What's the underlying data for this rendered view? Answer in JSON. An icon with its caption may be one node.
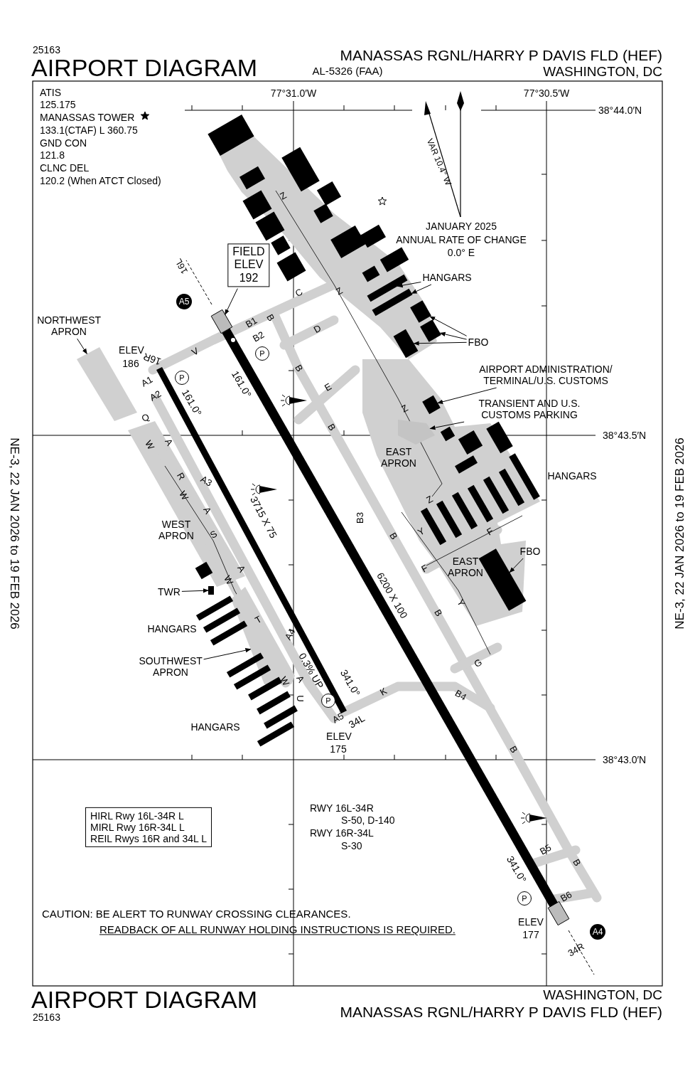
{
  "diagram": {
    "title": "AIRPORT DIAGRAM",
    "nodes": [
      {
        "text": [
          "FIELD ELEV 192"
        ]
      },
      {
        "text": [
          "NORTHWEST APRON"
        ]
      },
      {
        "text": [
          "HANGARS"
        ]
      },
      {
        "text": [
          "FBO"
        ]
      },
      {
        "text": [
          "AIRPORT ADMINISTRATION/ TERMINAL/U.S. CUSTOMS"
        ]
      },
      {
        "text": [
          "TRANSIENT AND U.S. CUSTOMS PARKING"
        ]
      },
      {
        "text": [
          "FBO"
        ]
      },
      {
        "text": [
          "TWR"
        ]
      },
      {
        "text": [
          "SOUTHWEST APRON"
        ]
      },
      {
        "text": [
          "HIRL Rwy 16L-34R L",
          "MIRL Rwy 16R-34L L",
          "REIL Rwys 16R and 34L L"
        ]
      },
      {
        "text": [],
        "shape": "box"
      },
      {
        "text": [],
        "shape": "box"
      },
      {
        "text": [],
        "shape": "box"
      },
      {
        "text": [],
        "shape": "box"
      },
      {
        "text": [],
        "shape": "box"
      },
      {
        "text": [],
        "shape": "box"
      },
      {
        "text": [],
        "shape": "box"
      },
      {
        "text": [],
        "shape": "box"
      },
      {
        "text": [],
        "shape": "box"
      },
      {
        "text": [],
        "shape": "box"
      },
      {
        "text": [],
        "shape": "box"
      },
      {
        "text": [],
        "shape": "box"
      },
      {
        "text": [],
        "shape": "box"
      },
      {
        "text": [],
        "shape": "box"
      },
      {
        "text": [],
        "shape": "box"
      },
      {
        "text": [],
        "shape": "box"
      },
      {
        "text": [],
        "shape": "box"
      },
      {
        "text": [],
        "shape": "box"
      },
      {
        "text": [],
        "shape": "box"
      },
      {
        "text": [],
        "shape": "box"
      },
      {
        "text": [],
        "shape": "box"
      },
      {
        "text": [],
        "shape": "box"
      },
      {
        "text": [],
        "shape": "box"
      },
      {
        "text": [],
        "shape": "box"
      },
      {
        "text": [],
        "shape": "box"
      },
      {
        "text": [],
        "shape": "box"
      },
      {
        "text": [],
        "shape": "box"
      },
      {
        "text": [],
        "shape": "box"
      },
      {
        "text": [],
        "shape": "box"
      },
      {
        "text": [],
        "shape": "box"
      },
      {
        "text": [],
        "shape": "box"
      },
      {
        "text": [],
        "shape": "box"
      },
      {
        "text": [],
        "shape": "box"
      },
      {
        "text": [],
        "shape": "box"
      },
      {
        "text": [],
        "shape": "box"
      },
      {
        "text": [],
        "shape": "box"
      },
      {
        "text": [],
        "shape": "box"
      },
      {
        "text": [],
        "shape": "box"
      },
      {
        "text": [],
        "shape": "box"
      },
      {
        "text": [],
        "shape": "box"
      },
      {
        "text": [],
        "shape": "box"
      },
      {
        "text": [],
        "shape": "box"
      },
      {
        "text": [],
        "shape": "box"
      },
      {
        "text": [],
        "shape": "box"
      },
      {
        "text": [],
        "shape": "box"
      },
      {
        "text": [],
        "shape": "box"
      },
      {
        "text": [],
        "shape": "box"
      }
    ],
    "edges": [
      {
        "from": 0,
        "to": 26,
        "arrow": "to"
      },
      {
        "from": 1,
        "to": 29,
        "arrow": "to"
      },
      {
        "from": 2,
        "to": 23,
        "arrow": "to"
      },
      {
        "from": 2,
        "to": 24,
        "arrow": "to"
      },
      {
        "from": 3,
        "to": 25,
        "arrow": "to"
      },
      {
        "from": 3,
        "to": 27,
        "arrow": "to"
      },
      {
        "from": 3,
        "to": 28,
        "arrow": "to"
      },
      {
        "from": 4,
        "to": 30,
        "arrow": "to"
      },
      {
        "from": 5,
        "to": 56,
        "arrow": "to"
      },
      {
        "from": 6,
        "to": 43,
        "arrow": "to"
      },
      {
        "from": 7,
        "to": 44,
        "arrow": "to"
      },
      {
        "from": 8,
        "to": 45,
        "arrow": "to"
      }
    ],
    "labels": [
      "25163",
      "AL-5326 (FAA)",
      "MANASSAS RGNL/HARRY P DAVIS FLD (HEF)",
      "WASHINGTON, DC",
      "ATIS",
      "125.175",
      "MANASSAS TOWER",
      "133.1(CTAF) L 360.75",
      "GND CON",
      "121.8",
      "CLNC DEL",
      "120.2 (When ATCT Closed)",
      "77°31.0′W",
      "77°30.5′W",
      "38°44.0′N",
      "VAR 10.4° W",
      "JANUARY 2025",
      "ANNUAL RATE OF CHANGE",
      "0.0° E",
      "Z",
      "16L",
      "A5",
      "C",
      "Z",
      "B1",
      "B2",
      "B",
      "D",
      "ELEV",
      "186",
      "16R",
      "V",
      "P",
      "A1",
      "P",
      "161.0°",
      "B",
      "E",
      "A2",
      "161.0°",
      "Z",
      "Q",
      "B",
      "38°43.5′N",
      "W",
      "A",
      "EAST APRON",
      "R",
      "A3",
      "HANGARS",
      "W",
      "Z",
      "A",
      "3715 X 75",
      "B3",
      "WEST APRON",
      "S",
      "B",
      "Y",
      "F",
      "W",
      "A",
      "F",
      "EAST APRON",
      "6200 X 100",
      "Y",
      "HANGARS",
      "T",
      "B",
      "A4",
      "0.3% UP",
      "G",
      "W",
      "A",
      "341.0°",
      "U",
      "P",
      "K",
      "B4",
      "HANGARS",
      "A5",
      "34L",
      "ELEV",
      "175",
      "B",
      "38°43.0′N",
      "RWY 16L-34R",
      "S-50, D-140",
      "RWY 16R-34L",
      "S-30",
      "341.0°",
      "B5",
      "B",
      "P",
      "B6",
      "CAUTION: BE ALERT TO RUNWAY CROSSING CLEARANCES.",
      "ELEV",
      "READBACK OF ALL RUNWAY HOLDING INSTRUCTIONS IS REQUIRED.",
      "177",
      "A4",
      "34R",
      "AIRPORT DIAGRAM",
      "WASHINGTON, DC",
      "MANASSAS RGNL/HARRY P DAVIS FLD (HEF)",
      "25163",
      "NE-3, 22 JAN 2026 to 19 FEB 2026",
      "NE-3, 22 JAN 2026 to 19 FEB 2026"
    ]
  }
}
